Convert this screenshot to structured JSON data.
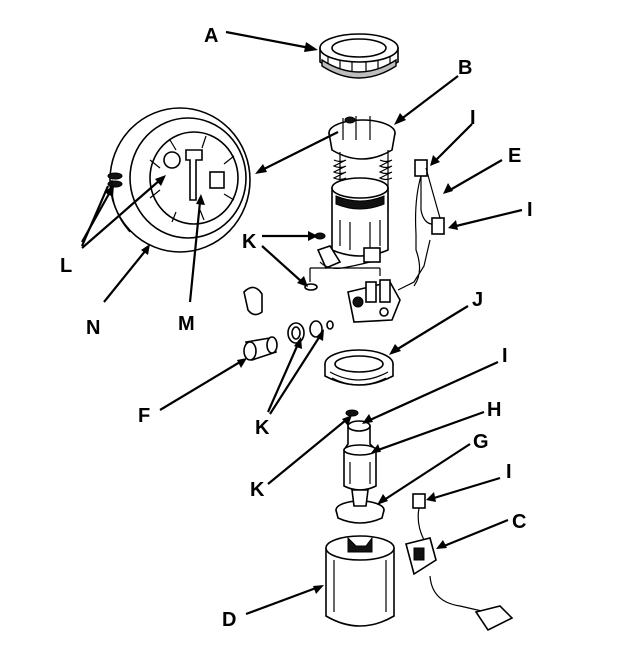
{
  "diagram": {
    "labels": {
      "A": "A",
      "B": "B",
      "I1": "I",
      "E": "E",
      "I2": "I",
      "K1": "K",
      "L": "L",
      "N": "N",
      "M": "M",
      "J": "J",
      "F": "F",
      "K2": "K",
      "I3": "I",
      "H": "H",
      "K3": "K",
      "G": "G",
      "I4": "I",
      "C": "C",
      "D": "D"
    }
  }
}
